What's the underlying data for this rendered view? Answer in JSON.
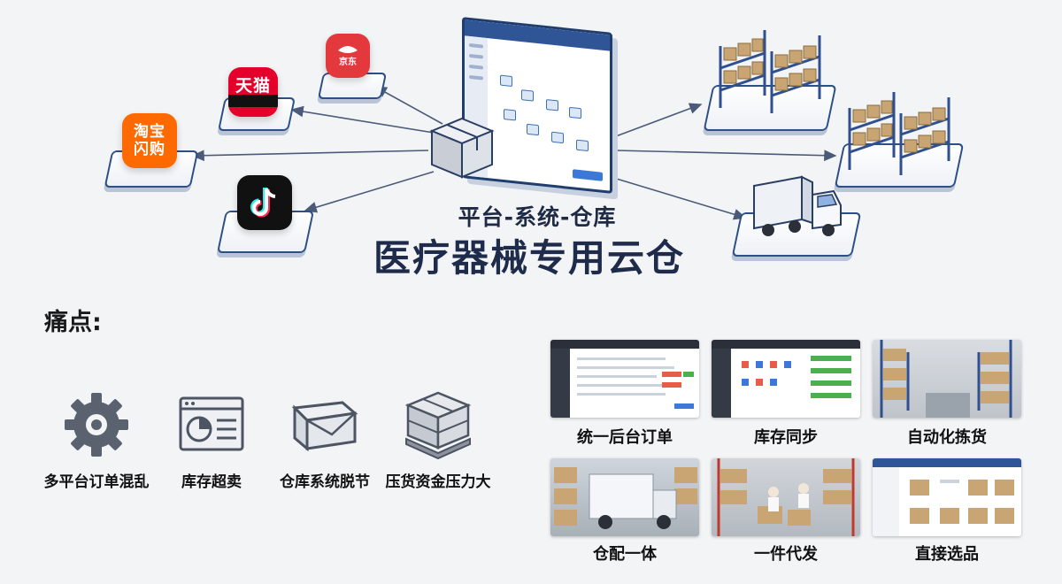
{
  "header": {
    "subtitle": "平台-系统-仓库",
    "title": "医疗器械专用云仓"
  },
  "platforms": [
    {
      "name": "jd-icon",
      "line1": "京东",
      "line2": "",
      "color": "#e4393c"
    },
    {
      "name": "tmall-icon",
      "line1": "天猫",
      "line2": "",
      "color": "#e4002b"
    },
    {
      "name": "taobao-icon",
      "line1": "淘宝",
      "line2": "闪购",
      "color": "#ff6a00"
    },
    {
      "name": "douyin-icon",
      "line1": "",
      "line2": "",
      "color": "#111111"
    }
  ],
  "pain_points": {
    "title": "痛点:",
    "items": [
      {
        "icon": "gear-icon",
        "label": "多平台订单混乱"
      },
      {
        "icon": "inventory-screen-icon",
        "label": "库存超卖"
      },
      {
        "icon": "envelope-icon",
        "label": "仓库系统脱节"
      },
      {
        "icon": "pallet-boxes-icon",
        "label": "压货资金压力大"
      }
    ]
  },
  "solutions": [
    {
      "label": "统一后台订单",
      "kind": "software"
    },
    {
      "label": "库存同步",
      "kind": "software-green"
    },
    {
      "label": "自动化拣货",
      "kind": "warehouse"
    },
    {
      "label": "仓配一体",
      "kind": "truck"
    },
    {
      "label": "一件代发",
      "kind": "packing"
    },
    {
      "label": "直接选品",
      "kind": "catalog"
    }
  ],
  "colors": {
    "tile_border": "#2b4f86",
    "arrow": "#4a5a78",
    "rack_blue": "#2f4f8f",
    "cardboard": "#c9a574"
  }
}
